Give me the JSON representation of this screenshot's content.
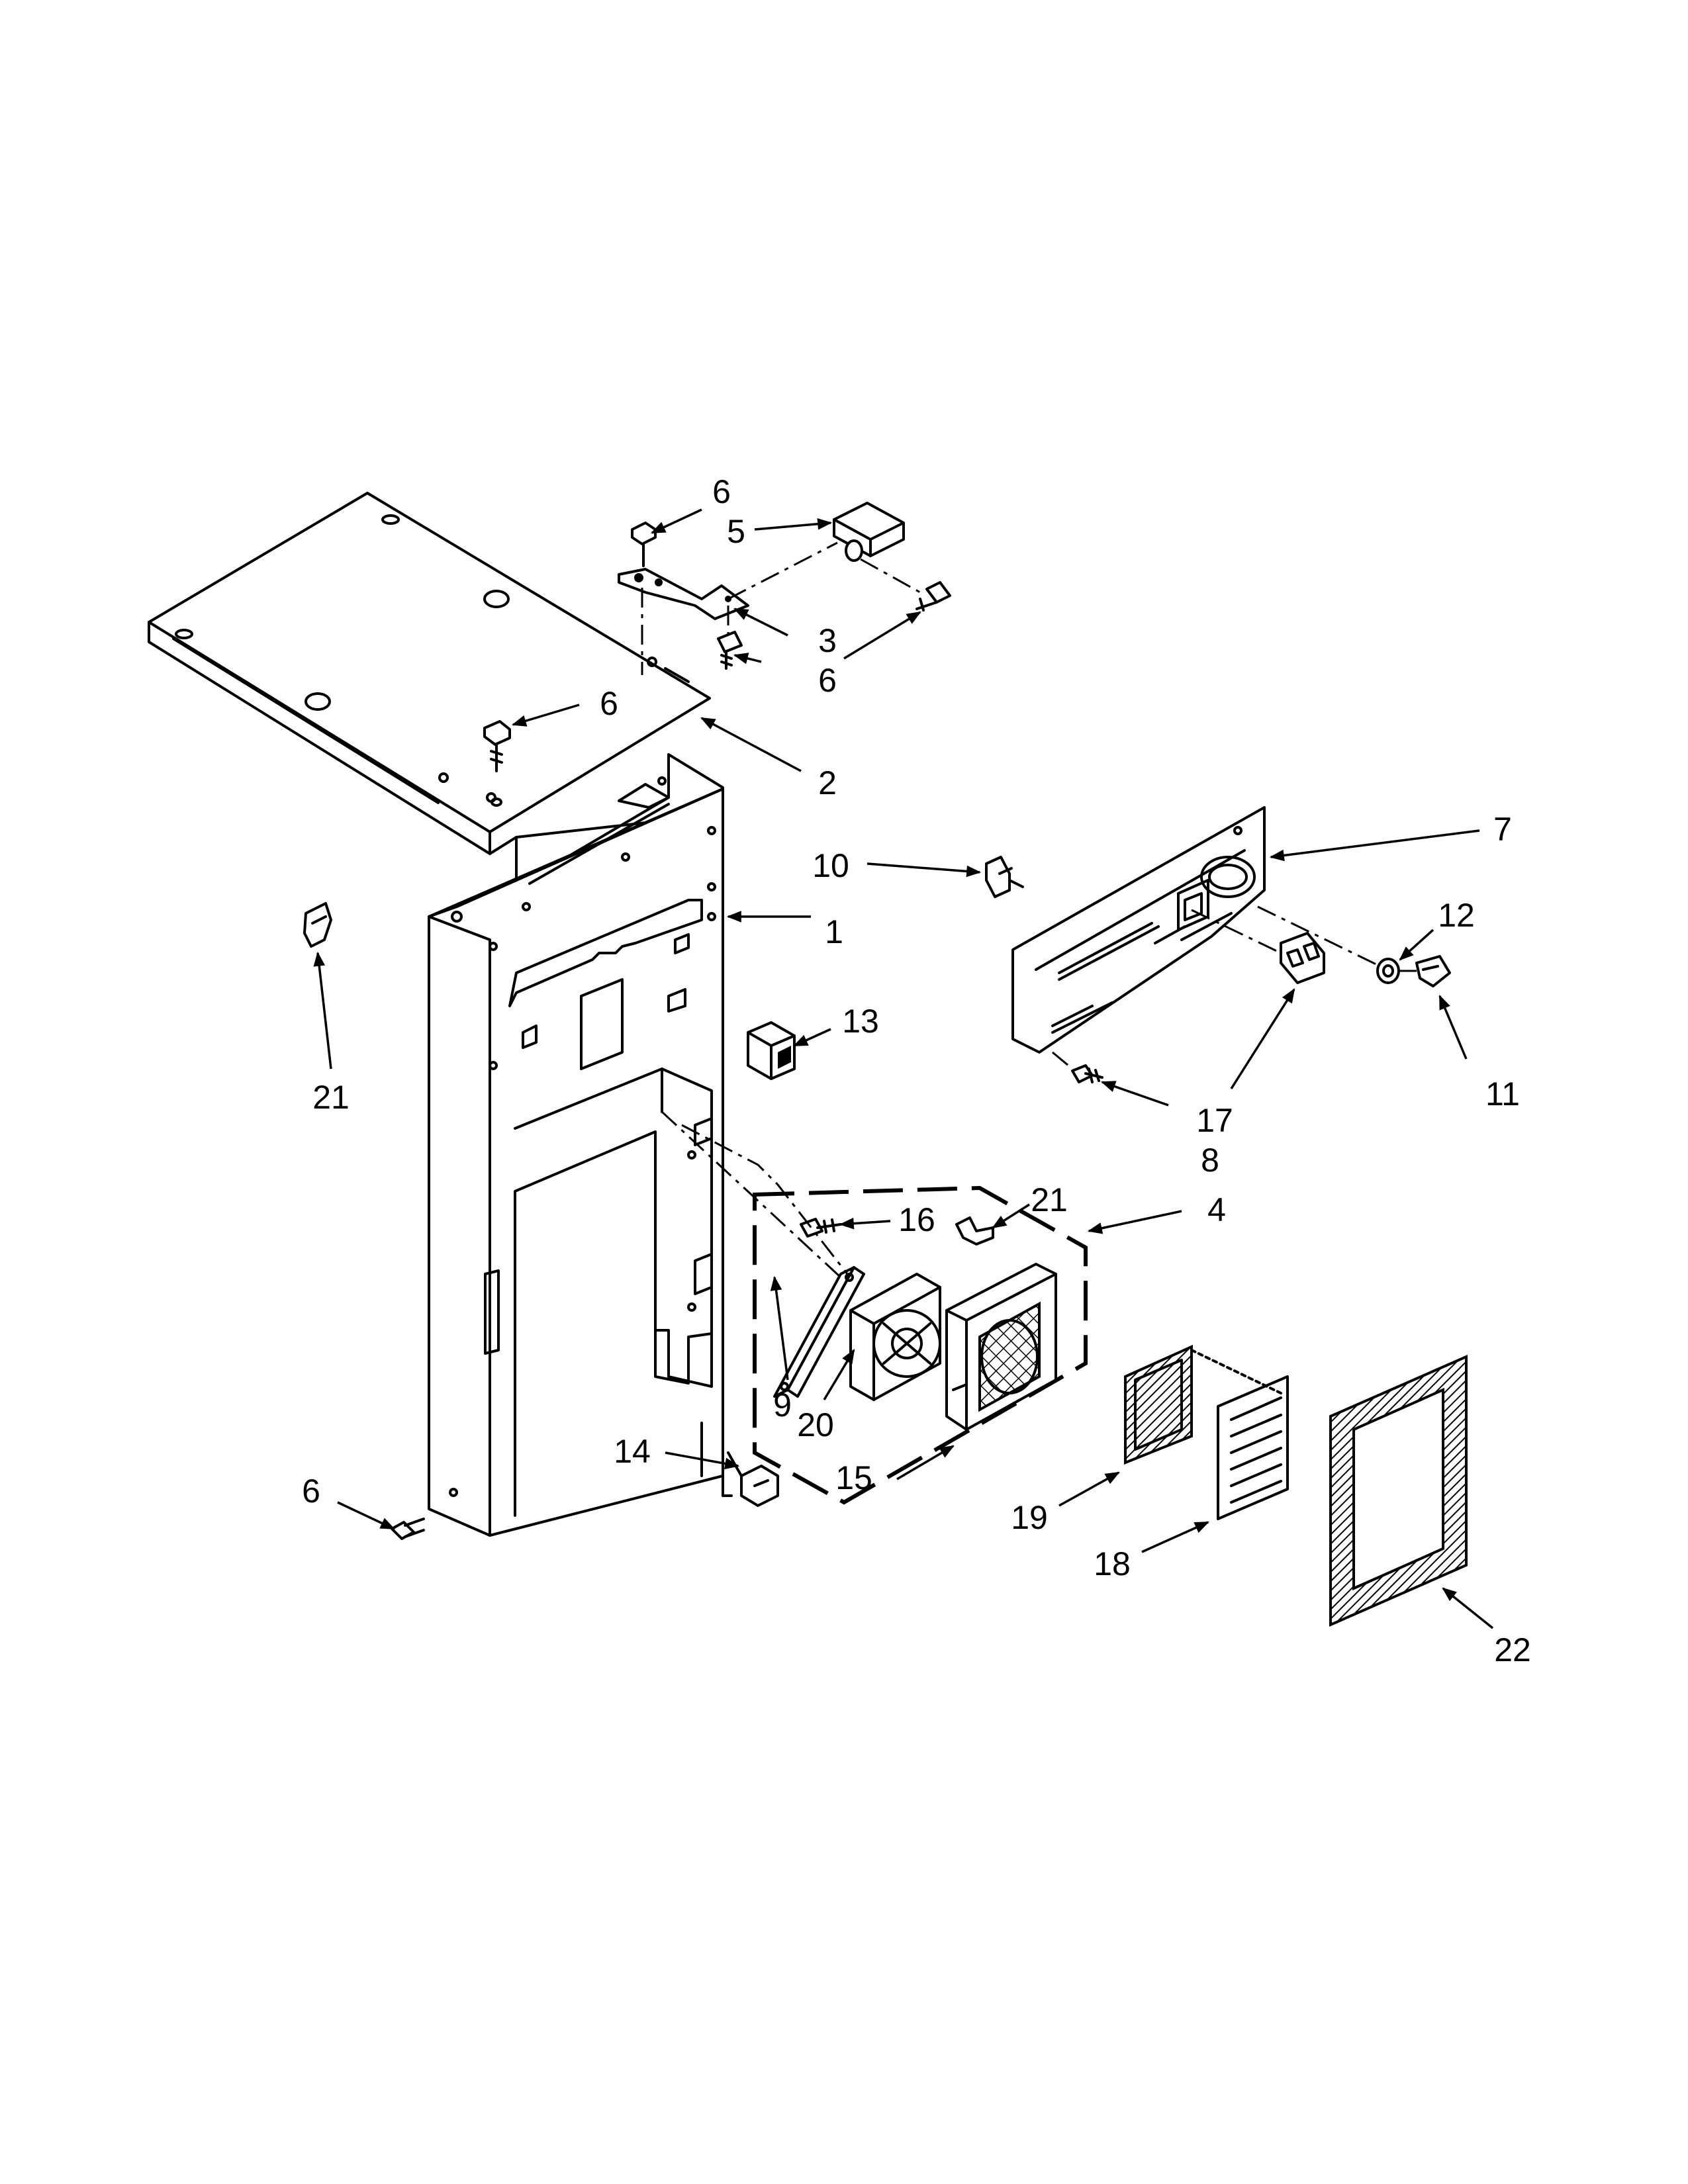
{
  "callouts": [
    {
      "id": "c1",
      "text": "1"
    },
    {
      "id": "c2",
      "text": "2"
    },
    {
      "id": "c3",
      "text": "3"
    },
    {
      "id": "c4",
      "text": "4"
    },
    {
      "id": "c5",
      "text": "5"
    },
    {
      "id": "c6a",
      "text": "6"
    },
    {
      "id": "c6b",
      "text": "6"
    },
    {
      "id": "c6c",
      "text": "6"
    },
    {
      "id": "c6d",
      "text": "6"
    },
    {
      "id": "c7",
      "text": "7"
    },
    {
      "id": "c8",
      "text": "8"
    },
    {
      "id": "c9",
      "text": "9"
    },
    {
      "id": "c10",
      "text": "10"
    },
    {
      "id": "c11",
      "text": "11"
    },
    {
      "id": "c12",
      "text": "12"
    },
    {
      "id": "c13",
      "text": "13"
    },
    {
      "id": "c14",
      "text": "14"
    },
    {
      "id": "c15",
      "text": "15"
    },
    {
      "id": "c16",
      "text": "16"
    },
    {
      "id": "c17",
      "text": "17"
    },
    {
      "id": "c18",
      "text": "18"
    },
    {
      "id": "c19",
      "text": "19"
    },
    {
      "id": "c20",
      "text": "20"
    },
    {
      "id": "c21a",
      "text": "21"
    },
    {
      "id": "c21b",
      "text": "21"
    },
    {
      "id": "c22",
      "text": "22"
    }
  ]
}
